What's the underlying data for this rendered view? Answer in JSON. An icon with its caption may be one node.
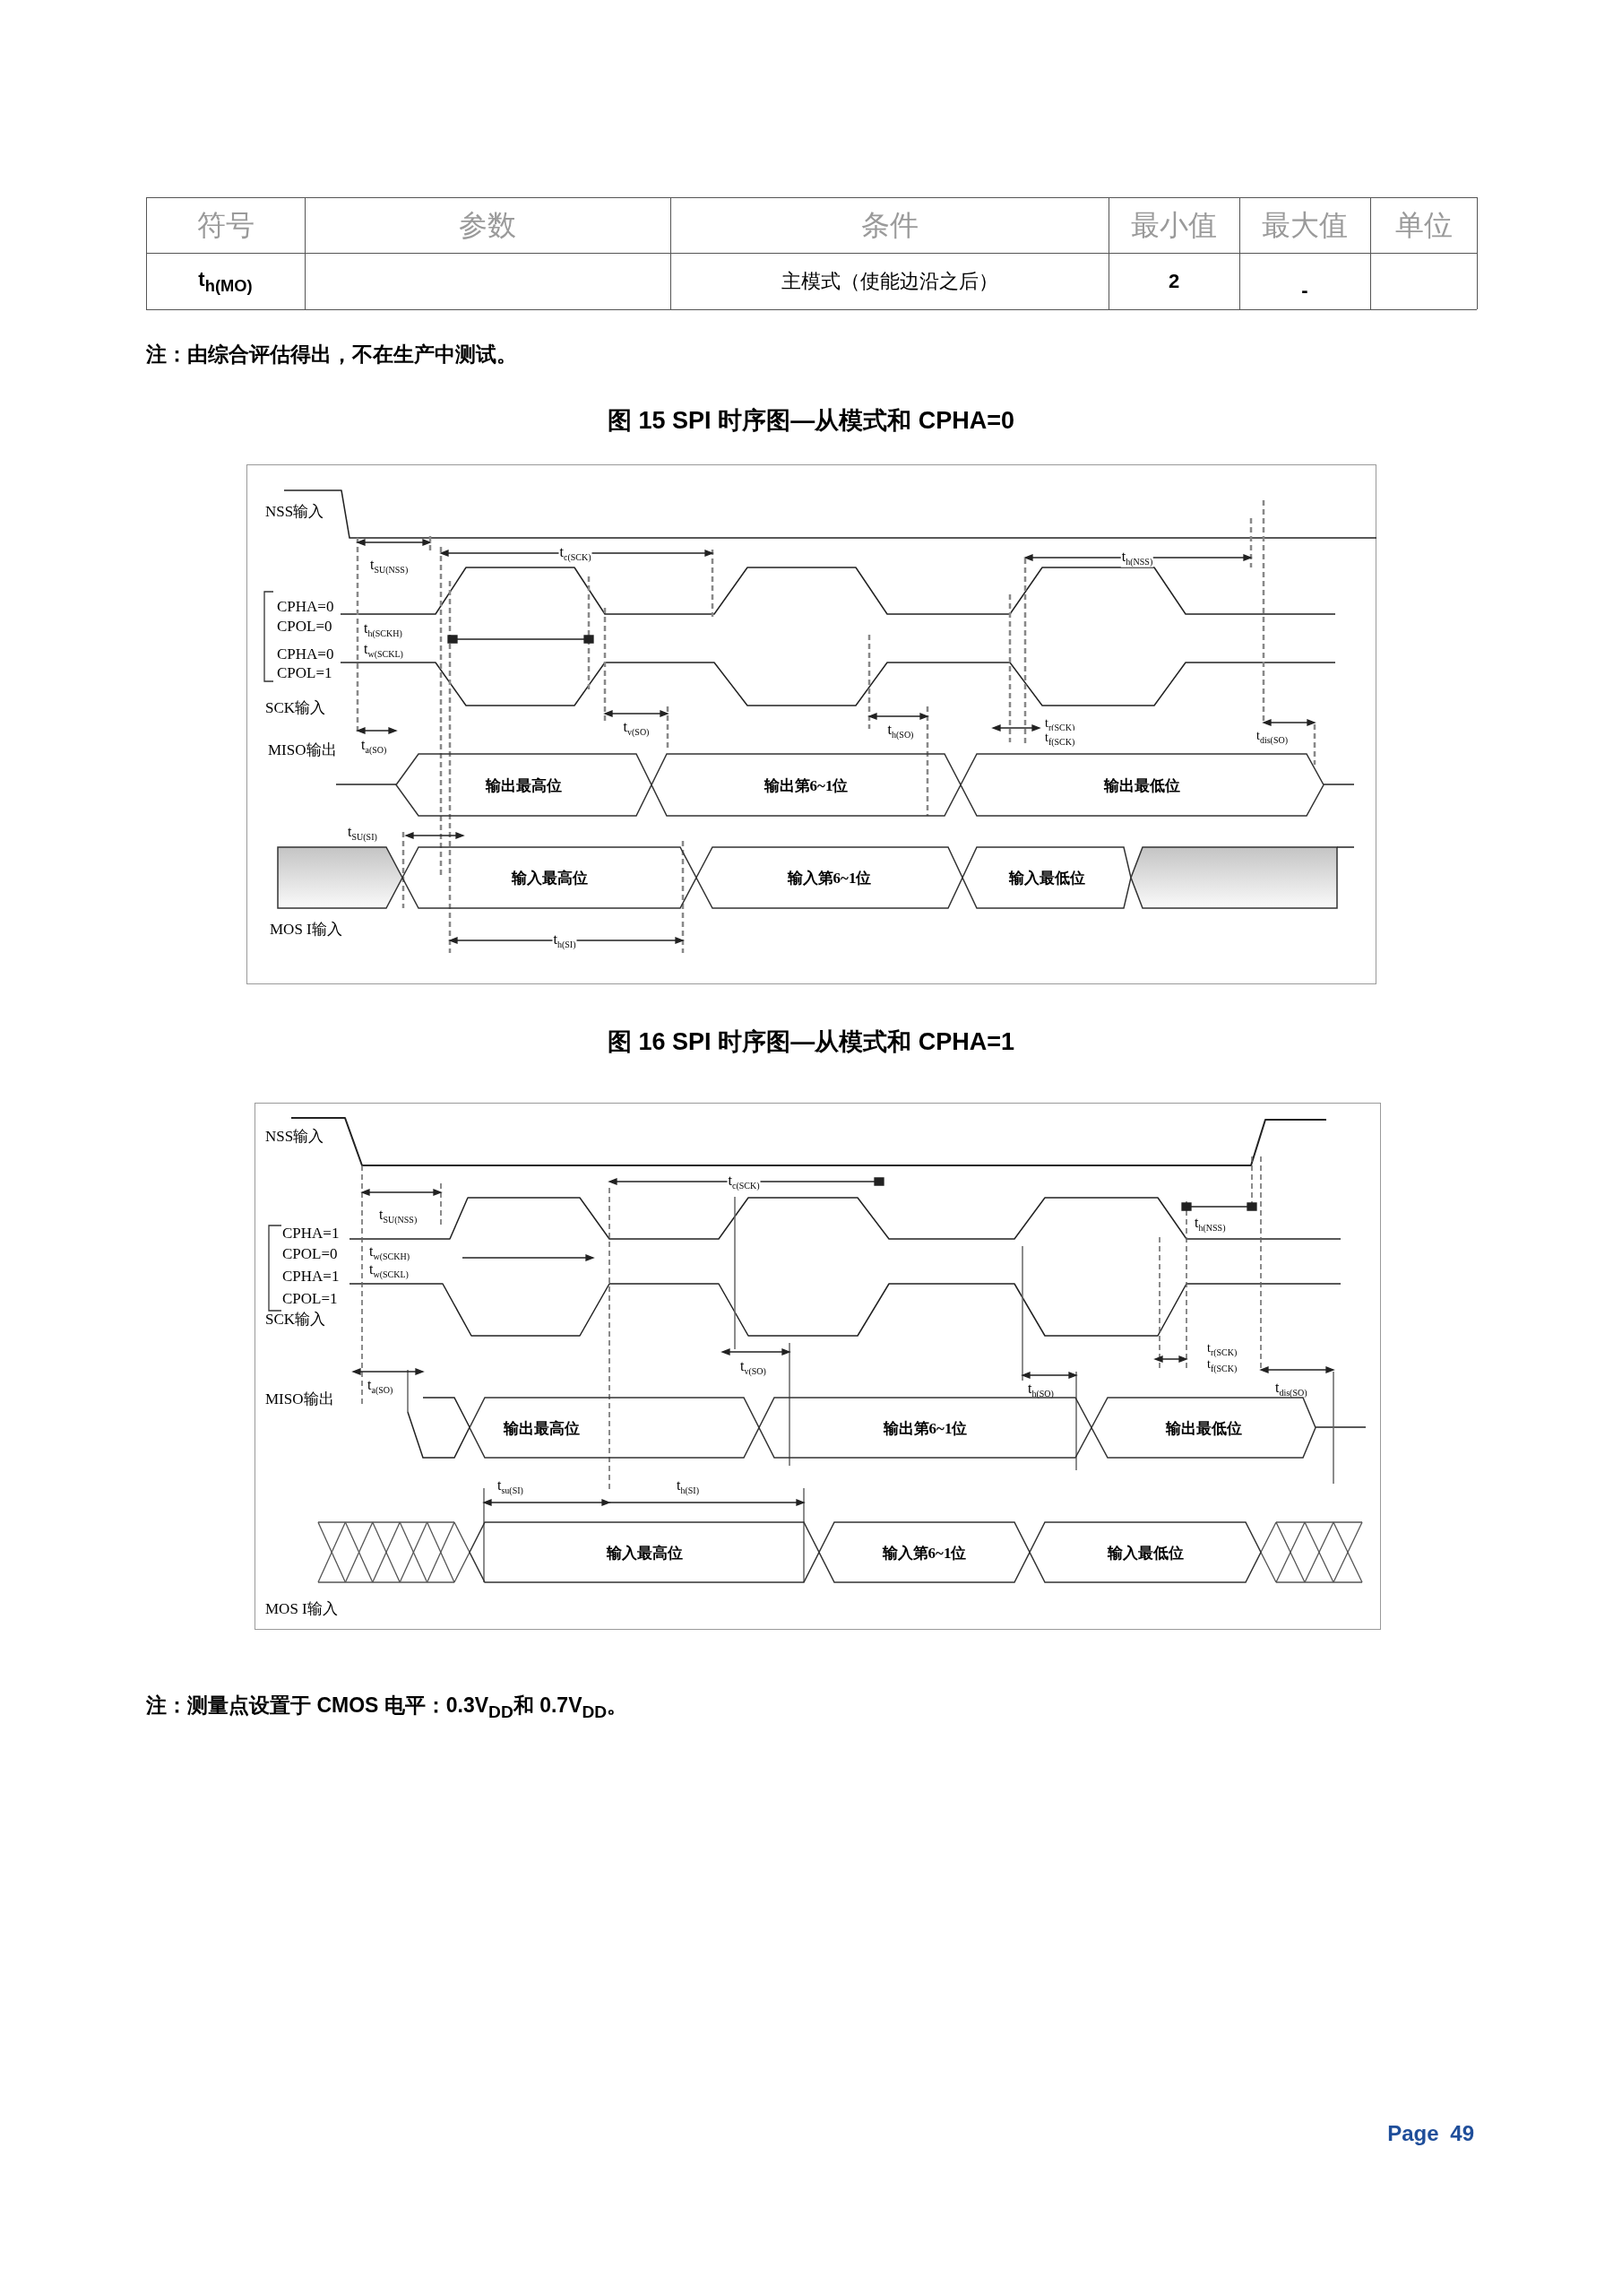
{
  "diagram": {
    "nodes": [
      {
        "text": [
          "输出最高位"
        ]
      },
      {
        "text": [
          "输出第6~1位"
        ]
      },
      {
        "text": [
          "输出最低位"
        ]
      },
      {
        "text": [],
        "shape": "box"
      },
      {
        "text": [
          "输入最高位"
        ]
      },
      {
        "text": [
          "输入第6~1位"
        ]
      },
      {
        "text": [
          "输入最低位"
        ]
      },
      {
        "text": [],
        "shape": "box"
      },
      {
        "text": [
          "输出最高位"
        ]
      },
      {
        "text": [
          "输出第6~1位"
        ]
      },
      {
        "text": [
          "输出最低位"
        ]
      },
      {
        "text": [
          "输入最高位"
        ]
      },
      {
        "text": [
          "输入第6~1位"
        ]
      },
      {
        "text": [
          "输入最低位"
        ]
      }
    ],
    "labels": [
      "符号",
      "参数",
      "条件",
      "最小值",
      "最大值",
      "单位",
      "t$_{h(MO)}$",
      "主模式（使能边沿之后）",
      "2",
      "-",
      "注：由综合评估得出，不在生产中测试。",
      "图 15 SPI 时序图—从模式和 CPHA=0",
      "NSS输入",
      "t$_{SU(NSS)}$",
      "t$_{c(SCK)}$",
      "t$_{h(NSS)}$",
      "CPHA=0",
      "CPOL=0",
      "t$_{h(SCKH)}$",
      "CPHA=0",
      "t$_{w(SCKL)}$",
      "CPOL=1",
      "SCK输入",
      "t$_{v(SO)}$",
      "t$_{h(SO)}$",
      "t$_{r(SCK)}$",
      "t$_{f(SCK)}$",
      "t$_{dis(SO)}$",
      "MISO输出",
      "t$_{a(SO)}$",
      "t$_{SU(SI)}$",
      "MOS I输入",
      "t$_{h(SI)}$",
      "图 16 SPI 时序图—从模式和 CPHA=1",
      "NSS输入",
      "t$_{c(SCK)}$",
      "t$_{SU(NSS)}$",
      "t$_{h(NSS)}$",
      "CPHA=1",
      "CPOL=0",
      "t$_{w(SCKH)}$",
      "CPHA=1",
      "t$_{w(SCKL)}$",
      "CPOL=1",
      "SCK输入",
      "t$_{r(SCK)}$",
      "t$_{v(SO)}$",
      "t$_{f(SCK)}$",
      "t$_{a(SO)}$",
      "t$_{h(SO)}$",
      "t$_{dis(SO)}$",
      "MISO输出",
      "t$_{su(SI)}$",
      "t$_{h(SI)}$",
      "MOS I输入",
      "注：测量点设置于 CMOS 电平：0.3V$_{DD}$和 0.7V$_{DD}$。",
      "Page 49"
    ]
  }
}
